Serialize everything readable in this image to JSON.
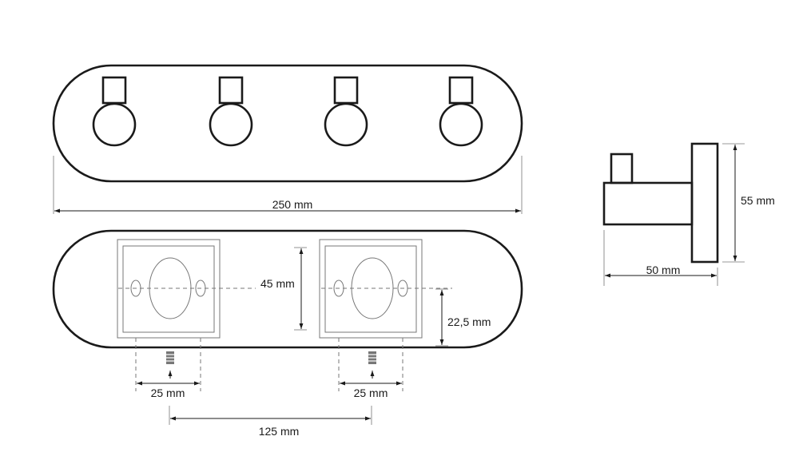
{
  "dimensions": {
    "total_width": "250 mm",
    "mount_height": "45 mm",
    "mount_offset": "22,5 mm",
    "hole_spacing_left": "25 mm",
    "hole_spacing_right": "25 mm",
    "mount_spacing": "125 mm",
    "side_depth": "50 mm",
    "side_height": "55 mm"
  },
  "colors": {
    "line": "#1a1a1a",
    "guide": "#777777",
    "background": "#ffffff"
  },
  "icons": {
    "arrow": "arrowhead-icon",
    "screw": "screw-icon"
  }
}
